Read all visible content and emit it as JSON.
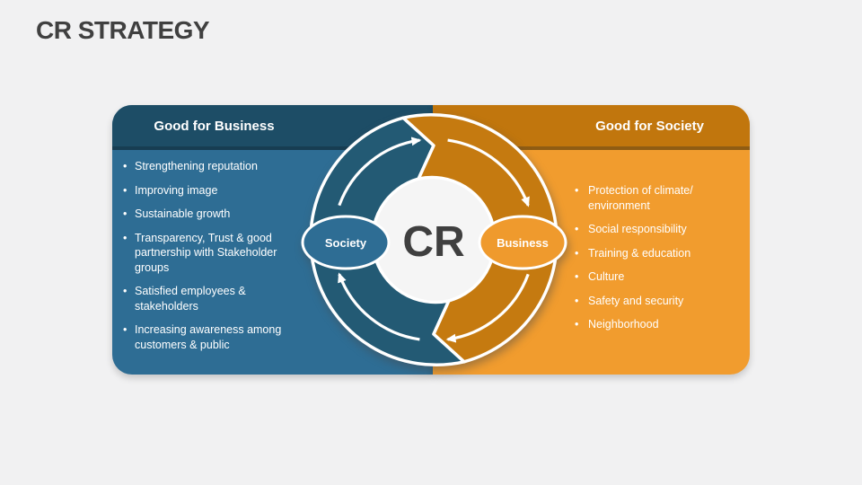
{
  "slide": {
    "title": "CR STRATEGY",
    "title_color": "#404040",
    "background_color": "#f1f1f2"
  },
  "left_panel": {
    "header": "Good for Business",
    "header_bg": "#1d4d66",
    "body_bg": "#2e6d94",
    "text_color": "#ffffff",
    "items": [
      "Strengthening reputation",
      "Improving image",
      "Sustainable growth",
      "Transparency, Trust & good partnership with Stakeholder groups",
      "Satisfied employees & stakeholders",
      "Increasing awareness among customers & public"
    ]
  },
  "right_panel": {
    "header": "Good for Society",
    "header_bg": "#c1760d",
    "body_bg": "#f19c2e",
    "text_color": "#ffffff",
    "items": [
      "Protection of climate/ environment",
      "Social responsibility",
      "Training & education",
      "Culture",
      "Safety and security",
      "Neighborhood"
    ]
  },
  "diagram": {
    "center_label": "CR",
    "center_label_color": "#3f3f3f",
    "center_circle_color": "#f5f5f5",
    "ring_left_color": "#235a74",
    "ring_right_color": "#c57a10",
    "left_node_label": "Society",
    "left_node_color": "#2e6d94",
    "right_node_label": "Business",
    "right_node_color": "#ef9a2d",
    "arrow_color": "#ffffff"
  }
}
